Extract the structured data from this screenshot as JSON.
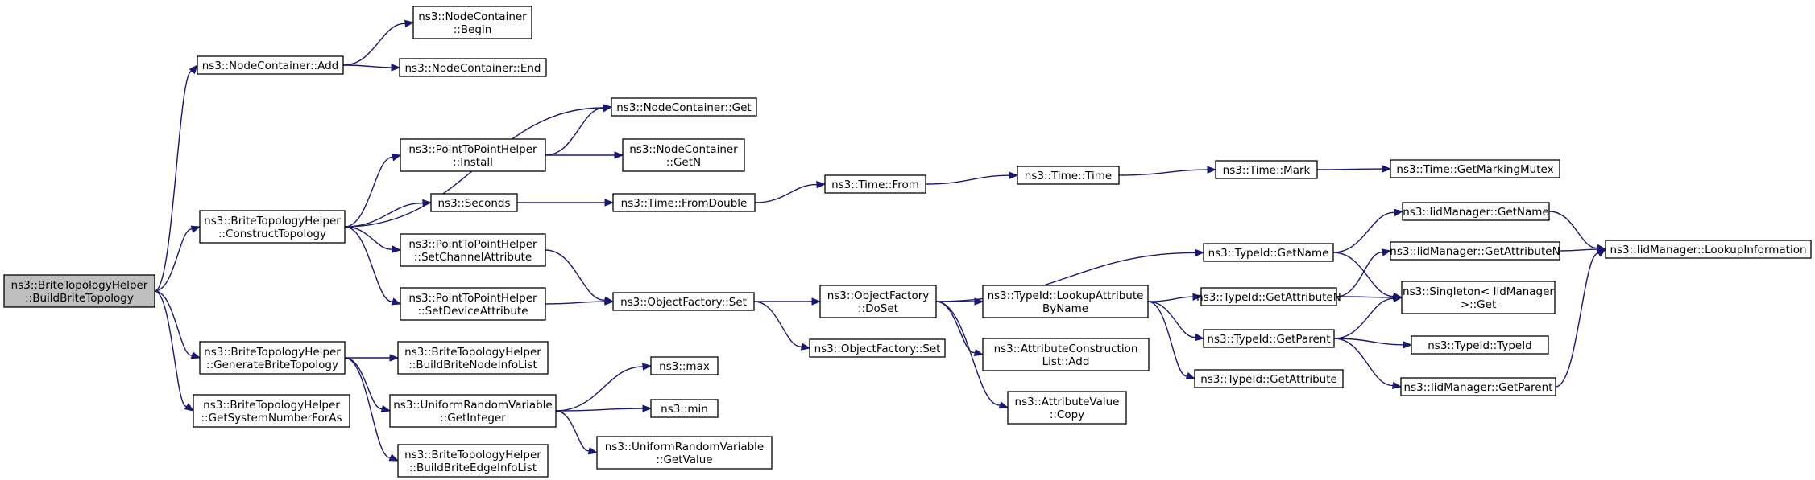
{
  "colors": {
    "root_fill": "#bfbfbf",
    "node_fill": "#ffffff",
    "node_border": "#000000",
    "edge": "#191970"
  },
  "nodes": [
    {
      "id": "n0",
      "root": true,
      "lines": [
        "ns3::BriteTopologyHelper",
        "::BuildBriteTopology"
      ]
    },
    {
      "id": "n1",
      "lines": [
        "ns3::NodeContainer::Add"
      ]
    },
    {
      "id": "n2",
      "lines": [
        "ns3::NodeContainer",
        "::Begin"
      ]
    },
    {
      "id": "n3",
      "lines": [
        "ns3::NodeContainer::End"
      ]
    },
    {
      "id": "n4",
      "lines": [
        "ns3::BriteTopologyHelper",
        "::ConstructTopology"
      ]
    },
    {
      "id": "n5",
      "lines": [
        "ns3::NodeContainer::Get"
      ]
    },
    {
      "id": "n6",
      "lines": [
        "ns3::PointToPointHelper",
        "::Install"
      ]
    },
    {
      "id": "n7",
      "lines": [
        "ns3::NodeContainer",
        "::GetN"
      ]
    },
    {
      "id": "n8",
      "lines": [
        "ns3::Seconds"
      ]
    },
    {
      "id": "n9",
      "lines": [
        "ns3::Time::FromDouble"
      ]
    },
    {
      "id": "n10",
      "lines": [
        "ns3::Time::From"
      ]
    },
    {
      "id": "n11",
      "lines": [
        "ns3::Time::Time"
      ]
    },
    {
      "id": "n12",
      "lines": [
        "ns3::Time::Mark"
      ]
    },
    {
      "id": "n13",
      "lines": [
        "ns3::Time::GetMarkingMutex"
      ]
    },
    {
      "id": "n14",
      "lines": [
        "ns3::PointToPointHelper",
        "::SetChannelAttribute"
      ]
    },
    {
      "id": "n15",
      "lines": [
        "ns3::ObjectFactory::Set"
      ]
    },
    {
      "id": "n16",
      "lines": [
        "ns3::ObjectFactory",
        "::DoSet"
      ]
    },
    {
      "id": "n17",
      "lines": [
        "ns3::TypeId::GetName"
      ]
    },
    {
      "id": "n18",
      "lines": [
        "ns3::IidManager::GetName"
      ]
    },
    {
      "id": "n19",
      "lines": [
        "ns3::IidManager::LookupInformation"
      ]
    },
    {
      "id": "n20",
      "lines": [
        "ns3::Singleton< IidManager",
        " >::Get"
      ]
    },
    {
      "id": "n21",
      "lines": [
        "ns3::TypeId::LookupAttribute",
        "ByName"
      ]
    },
    {
      "id": "n22",
      "lines": [
        "ns3::TypeId::GetAttributeN"
      ]
    },
    {
      "id": "n23",
      "lines": [
        "ns3::IidManager::GetAttributeN"
      ]
    },
    {
      "id": "n24",
      "lines": [
        "ns3::TypeId::GetParent"
      ]
    },
    {
      "id": "n25",
      "lines": [
        "ns3::TypeId::TypeId"
      ]
    },
    {
      "id": "n26",
      "lines": [
        "ns3::IidManager::GetParent"
      ]
    },
    {
      "id": "n27",
      "lines": [
        "ns3::TypeId::GetAttribute"
      ]
    },
    {
      "id": "n28",
      "lines": [
        "ns3::AttributeConstruction",
        "List::Add"
      ]
    },
    {
      "id": "n29",
      "lines": [
        "ns3::AttributeValue",
        "::Copy"
      ]
    },
    {
      "id": "n30",
      "lines": [
        "ns3::ObjectFactory::Set"
      ]
    },
    {
      "id": "n31",
      "lines": [
        "ns3::PointToPointHelper",
        "::SetDeviceAttribute"
      ]
    },
    {
      "id": "n32",
      "lines": [
        "ns3::BriteTopologyHelper",
        "::GenerateBriteTopology"
      ]
    },
    {
      "id": "n33",
      "lines": [
        "ns3::BriteTopologyHelper",
        "::BuildBriteNodeInfoList"
      ]
    },
    {
      "id": "n34",
      "lines": [
        "ns3::UniformRandomVariable",
        "::GetInteger"
      ]
    },
    {
      "id": "n35",
      "lines": [
        "ns3::max"
      ]
    },
    {
      "id": "n36",
      "lines": [
        "ns3::min"
      ]
    },
    {
      "id": "n37",
      "lines": [
        "ns3::UniformRandomVariable",
        "::GetValue"
      ]
    },
    {
      "id": "n38",
      "lines": [
        "ns3::BriteTopologyHelper",
        "::BuildBriteEdgeInfoList"
      ]
    },
    {
      "id": "n39",
      "lines": [
        "ns3::BriteTopologyHelper",
        "::GetSystemNumberForAs"
      ]
    }
  ],
  "edges": [
    [
      "n0",
      "n1"
    ],
    [
      "n1",
      "n2"
    ],
    [
      "n1",
      "n3"
    ],
    [
      "n0",
      "n4"
    ],
    [
      "n4",
      "n5"
    ],
    [
      "n4",
      "n6"
    ],
    [
      "n6",
      "n5"
    ],
    [
      "n6",
      "n7"
    ],
    [
      "n4",
      "n8"
    ],
    [
      "n8",
      "n9"
    ],
    [
      "n9",
      "n10"
    ],
    [
      "n10",
      "n11"
    ],
    [
      "n11",
      "n12"
    ],
    [
      "n12",
      "n13"
    ],
    [
      "n4",
      "n14"
    ],
    [
      "n14",
      "n15"
    ],
    [
      "n4",
      "n31"
    ],
    [
      "n31",
      "n15"
    ],
    [
      "n15",
      "n16"
    ],
    [
      "n15",
      "n30"
    ],
    [
      "n16",
      "n17"
    ],
    [
      "n17",
      "n18"
    ],
    [
      "n18",
      "n19"
    ],
    [
      "n17",
      "n20"
    ],
    [
      "n16",
      "n21"
    ],
    [
      "n21",
      "n22"
    ],
    [
      "n22",
      "n23"
    ],
    [
      "n23",
      "n19"
    ],
    [
      "n22",
      "n20"
    ],
    [
      "n21",
      "n24"
    ],
    [
      "n24",
      "n20"
    ],
    [
      "n24",
      "n25"
    ],
    [
      "n24",
      "n26"
    ],
    [
      "n26",
      "n19"
    ],
    [
      "n21",
      "n27"
    ],
    [
      "n16",
      "n28"
    ],
    [
      "n16",
      "n29"
    ],
    [
      "n0",
      "n32"
    ],
    [
      "n32",
      "n33"
    ],
    [
      "n32",
      "n34"
    ],
    [
      "n34",
      "n35"
    ],
    [
      "n34",
      "n36"
    ],
    [
      "n34",
      "n37"
    ],
    [
      "n32",
      "n38"
    ],
    [
      "n0",
      "n39"
    ]
  ]
}
